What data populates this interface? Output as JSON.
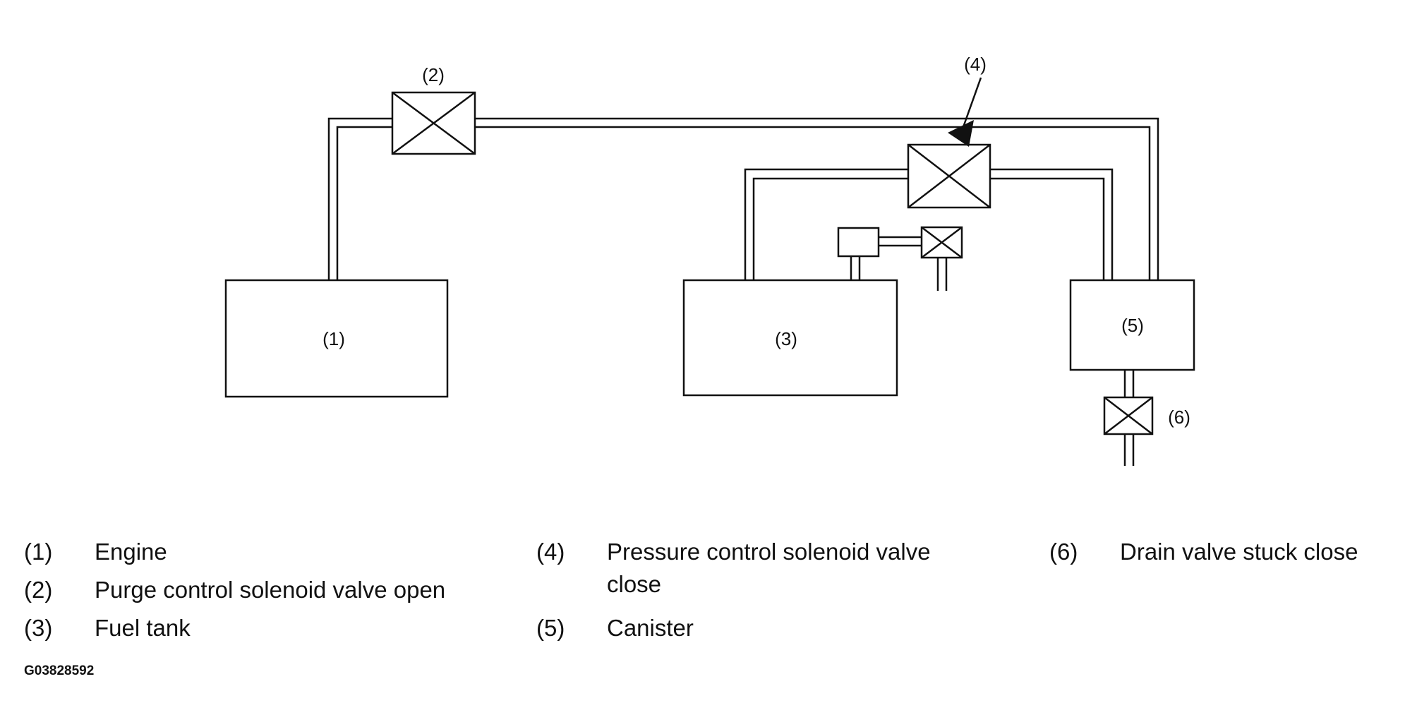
{
  "diagram": {
    "components": [
      {
        "id": "1",
        "label": "(1)"
      },
      {
        "id": "2",
        "label": "(2)"
      },
      {
        "id": "3",
        "label": "(3)"
      },
      {
        "id": "4",
        "label": "(4)"
      },
      {
        "id": "5",
        "label": "(5)"
      },
      {
        "id": "6",
        "label": "(6)"
      }
    ]
  },
  "legend": [
    {
      "num": "(1)",
      "text": "Engine"
    },
    {
      "num": "(2)",
      "text": "Purge control solenoid valve open"
    },
    {
      "num": "(3)",
      "text": "Fuel tank"
    },
    {
      "num": "(4)",
      "text": "Pressure control solenoid valve",
      "text2": "close"
    },
    {
      "num": "(5)",
      "text": "Canister"
    },
    {
      "num": "(6)",
      "text": "Drain valve stuck close"
    }
  ],
  "figure_code": "G03828592",
  "colors": {
    "line": "#111111",
    "background": "#ffffff"
  }
}
